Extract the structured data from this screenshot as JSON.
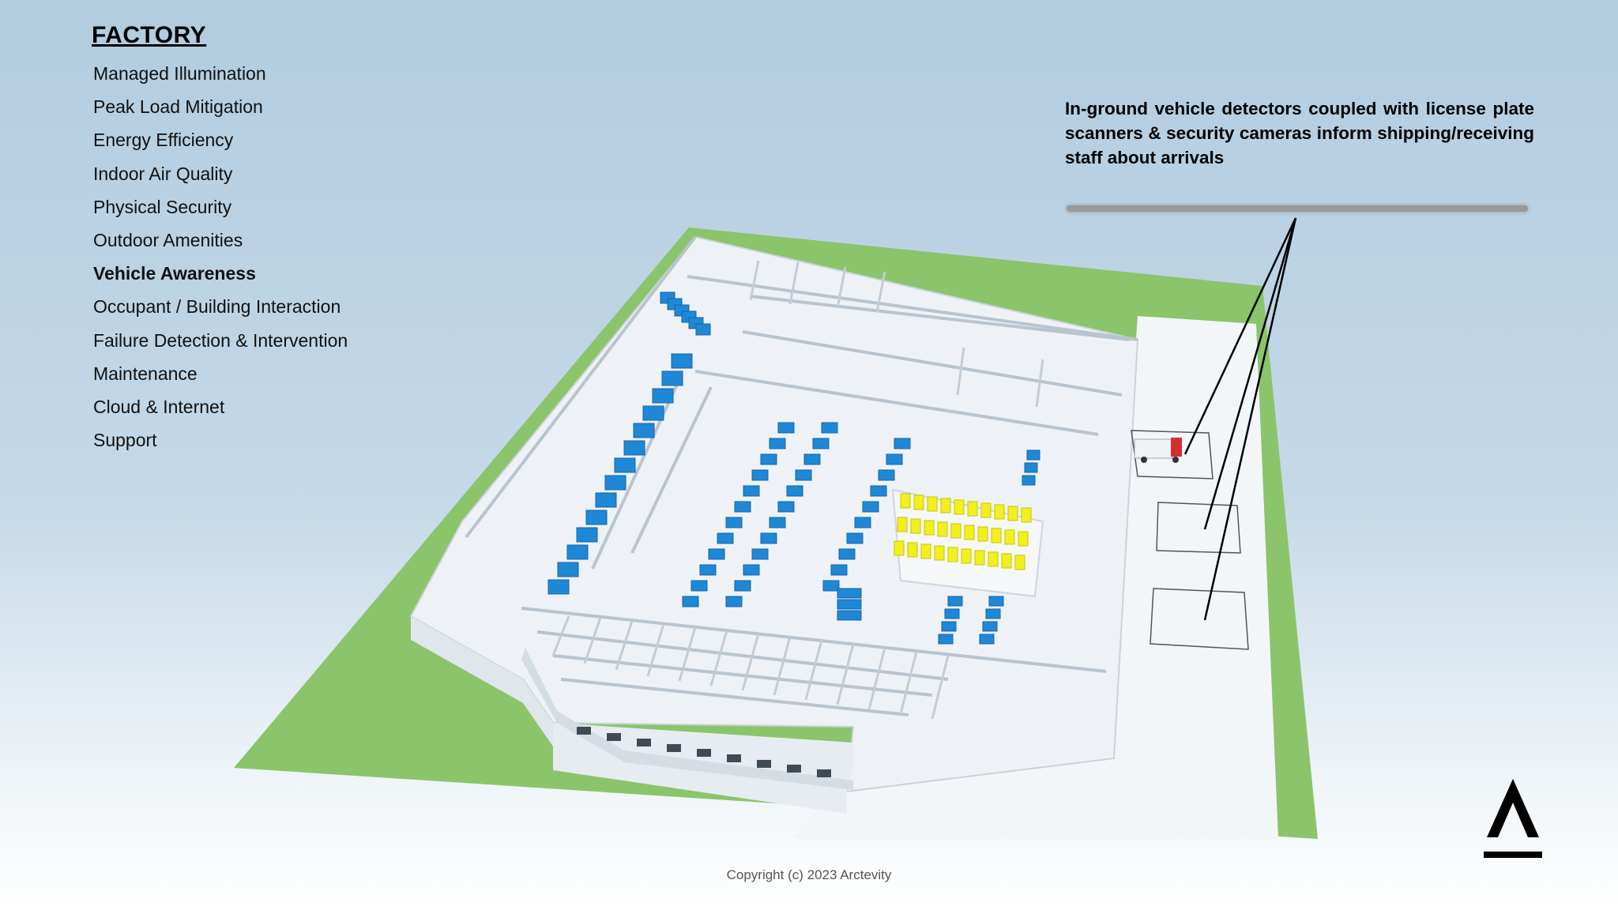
{
  "menu": {
    "title": "FACTORY",
    "items": [
      {
        "label": "Managed Illumination"
      },
      {
        "label": "Peak Load Mitigation"
      },
      {
        "label": "Energy Efficiency"
      },
      {
        "label": "Indoor Air Quality"
      },
      {
        "label": "Physical Security"
      },
      {
        "label": "Outdoor Amenities"
      },
      {
        "label": "Vehicle Awareness",
        "active": true
      },
      {
        "label": "Occupant / Building Interaction"
      },
      {
        "label": "Failure Detection & Intervention"
      },
      {
        "label": "Maintenance"
      },
      {
        "label": "Cloud & Internet"
      },
      {
        "label": "Support"
      }
    ]
  },
  "callout": {
    "text": "In-ground vehicle detectors coupled with license plate scanners & security cameras inform shipping/receiving staff about arrivals"
  },
  "footer": {
    "copyright": "Copyright (c) 2023 Arctevity"
  },
  "colors": {
    "lawn": "#8bc46a",
    "building": "#eef2f6",
    "storage_blue": "#1e88d6",
    "desk_yellow": "#f2ef1f",
    "truck_cab": "#d32f2f"
  },
  "icons": {
    "logo": "arctevity-a-logo",
    "truck": "delivery-truck-icon"
  }
}
